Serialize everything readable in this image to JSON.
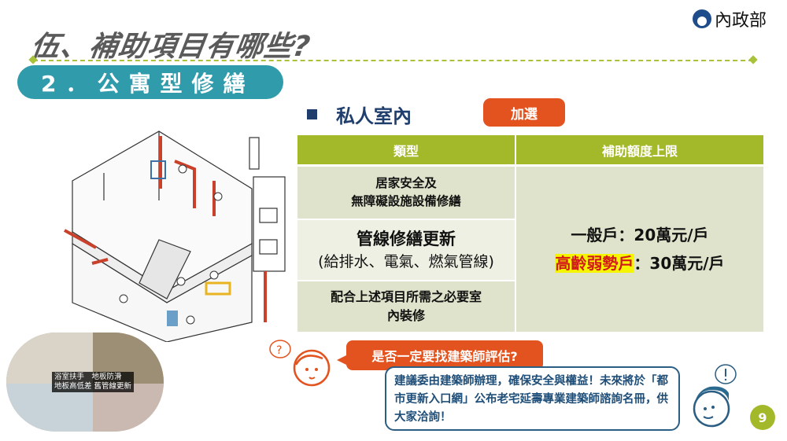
{
  "header": {
    "title": "伍、補助項目有哪些?",
    "logo_text": "內政部",
    "logo_icon": "ministry-emblem-icon"
  },
  "section": {
    "label": "2．公寓型修繕"
  },
  "subsection": {
    "bullet_icon": "square-bullet-icon",
    "title": "私人室內",
    "badge": "加選"
  },
  "table": {
    "headers": [
      "類型",
      "補助額度上限"
    ],
    "rows": [
      {
        "lines": [
          "居家安全及",
          "無障礙設施設備修繕"
        ]
      },
      {
        "title": "管線修繕更新",
        "subtitle": "(給排水、電氣、燃氣管線)"
      },
      {
        "lines": [
          "配合上述項目所需之必要室",
          "內裝修"
        ]
      }
    ],
    "amounts": {
      "general_label": "一般戶",
      "general_value": "：20萬元/戶",
      "priority_label": "高齡弱勢戶",
      "priority_value": "：30萬元/戶"
    }
  },
  "photo": {
    "caption": "浴室扶手　地板防滑\n地板高低差 舊管線更新"
  },
  "faq": {
    "question": "是否一定要找建築師評估?",
    "answer": "建議委由建築師辦理，確保安全與權益！未來將於「都市更新入口網」公布老宅延壽專業建築師諮詢名冊，供大家洽詢！"
  },
  "colors": {
    "accent_green": "#a4b92a",
    "teal": "#2f9bab",
    "orange": "#e2531f",
    "navy": "#1f3e6e"
  },
  "page_number": "9"
}
